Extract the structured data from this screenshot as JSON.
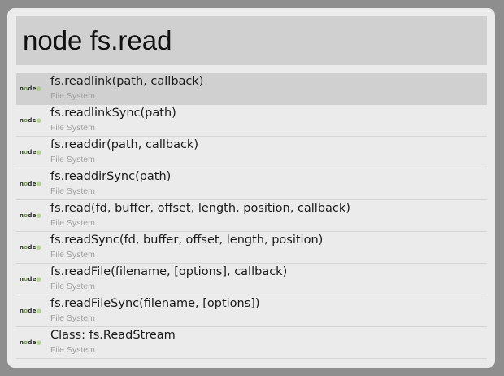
{
  "search": {
    "query": "node fs.read"
  },
  "results": [
    {
      "title": "fs.readlink(path, callback)",
      "subtitle": "File System",
      "icon": "nodejs-logo-icon",
      "selected": true
    },
    {
      "title": "fs.readlinkSync(path)",
      "subtitle": "File System",
      "icon": "nodejs-logo-icon",
      "selected": false
    },
    {
      "title": "fs.readdir(path, callback)",
      "subtitle": "File System",
      "icon": "nodejs-logo-icon",
      "selected": false
    },
    {
      "title": "fs.readdirSync(path)",
      "subtitle": "File System",
      "icon": "nodejs-logo-icon",
      "selected": false
    },
    {
      "title": "fs.read(fd, buffer, offset, length, position, callback)",
      "subtitle": "File System",
      "icon": "nodejs-logo-icon",
      "selected": false
    },
    {
      "title": "fs.readSync(fd, buffer, offset, length, position)",
      "subtitle": "File System",
      "icon": "nodejs-logo-icon",
      "selected": false
    },
    {
      "title": "fs.readFile(filename, [options], callback)",
      "subtitle": "File System",
      "icon": "nodejs-logo-icon",
      "selected": false
    },
    {
      "title": "fs.readFileSync(filename, [options])",
      "subtitle": "File System",
      "icon": "nodejs-logo-icon",
      "selected": false
    },
    {
      "title": "Class: fs.ReadStream",
      "subtitle": "File System",
      "icon": "nodejs-logo-icon",
      "selected": false
    }
  ],
  "logo": {
    "n": "n",
    "o": "o",
    "de": "de",
    "dot": "●"
  },
  "colors": {
    "frame": "#8e8e8e",
    "panel": "#ebebeb",
    "query_bg": "#d0d0d0",
    "selected_bg": "#d0d0d0",
    "node_green": "#8cc84b"
  }
}
